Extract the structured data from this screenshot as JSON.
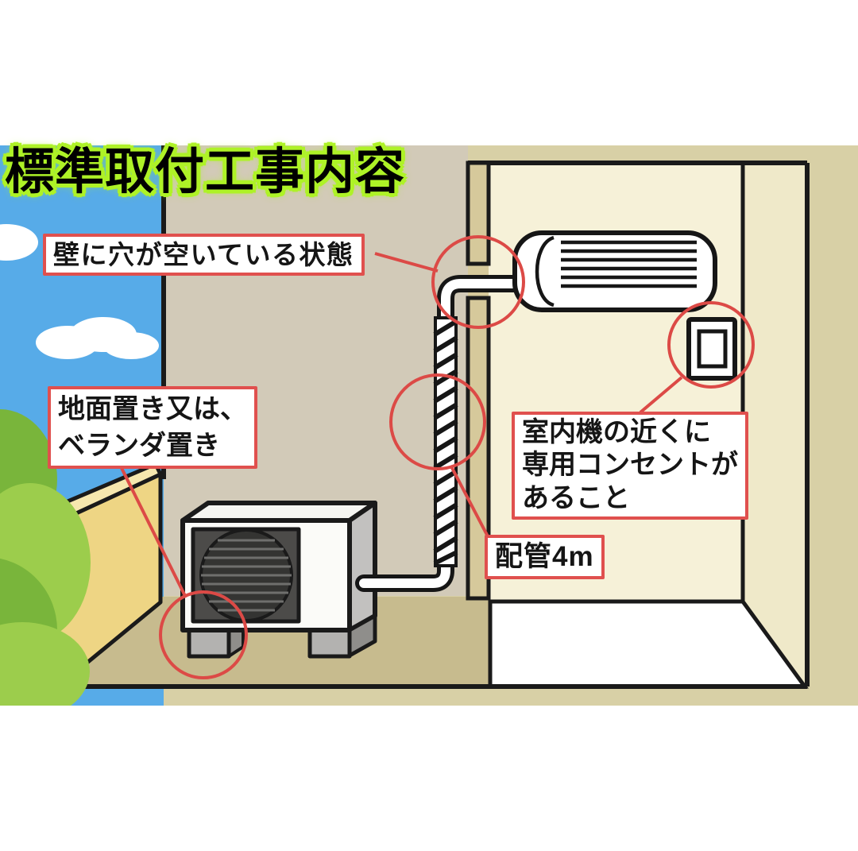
{
  "title": "標準取付工事内容",
  "annotations": {
    "wall_hole": "壁に穴が空いている状態",
    "placement": {
      "line1": "地面置き又は、",
      "line2": "ベランダ置き"
    },
    "outlet": {
      "line1": "室内機の近くに",
      "line2": "専用コンセントが",
      "line3": "あること"
    },
    "piping_length": "配管4m"
  },
  "colors": {
    "title_text": "#000000",
    "title_glow": "#aef227",
    "annotation_border": "#e0504e",
    "annotation_bg": "#ffffff",
    "callout_red": "#dc4a46",
    "outline_black": "#1a1a1a",
    "sky": "#57abe8",
    "cloud": "#ffffff",
    "exterior_wall": "#d2cab8",
    "wall_section": "#d6c99b",
    "interior_back_wall": "#f6f1d8",
    "interior_side_wall": "#efe9c9",
    "interior_floor": "#ffffff",
    "ground": "#c7bb8e",
    "background_tan": "#d8d0a6",
    "veranda_wall": "#eed584",
    "veranda_wall_top": "#f6e7ae",
    "bush_light": "#9ccd4c",
    "bush_dark": "#79b53b",
    "unit_body": "#fbfbf8",
    "unit_side": "#c2c1bf",
    "fan_housing": "#4c4b49",
    "fan_dark": "#343432",
    "foot_gray": "#b3b2b0"
  }
}
